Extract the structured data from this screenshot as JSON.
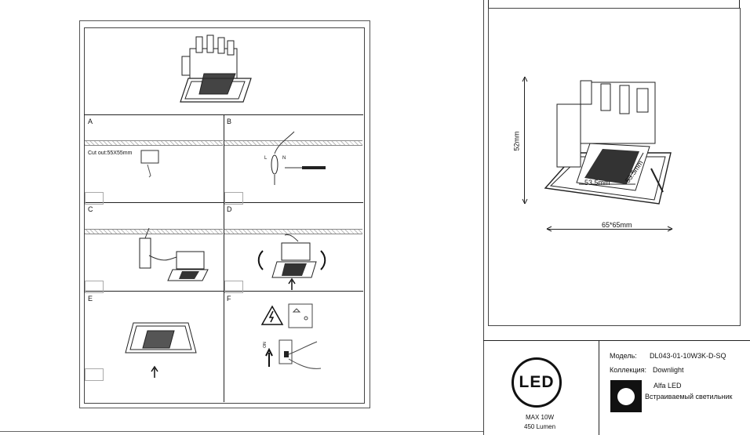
{
  "steps": [
    {
      "id": "A",
      "label": "A",
      "note": "Cut out:55X55mm"
    },
    {
      "id": "B",
      "label": "B",
      "wire_l": "L",
      "wire_n": "N"
    },
    {
      "id": "C",
      "label": "C"
    },
    {
      "id": "D",
      "label": "D"
    },
    {
      "id": "E",
      "label": "E"
    },
    {
      "id": "F",
      "label": "F",
      "switch_label": "ON"
    }
  ],
  "dimensions": {
    "height": "52mm",
    "inner_w": "53.5mm",
    "inner_d": "53.5mm",
    "outer": "65*65mm"
  },
  "spec": {
    "model_label": "Модель:",
    "model_value": "DL043-01-10W3K-D-SQ",
    "collection_label": "Коллекция:",
    "collection_value": "Downlight",
    "brand": "Alfa LED",
    "type": "Встраиваемый светильник",
    "led_logo": "LED",
    "power": "MAX 10W",
    "lumen": "450 Lumen"
  },
  "icons": {
    "warning": "high-voltage-warning-icon",
    "arrow": "up-arrow-icon"
  }
}
